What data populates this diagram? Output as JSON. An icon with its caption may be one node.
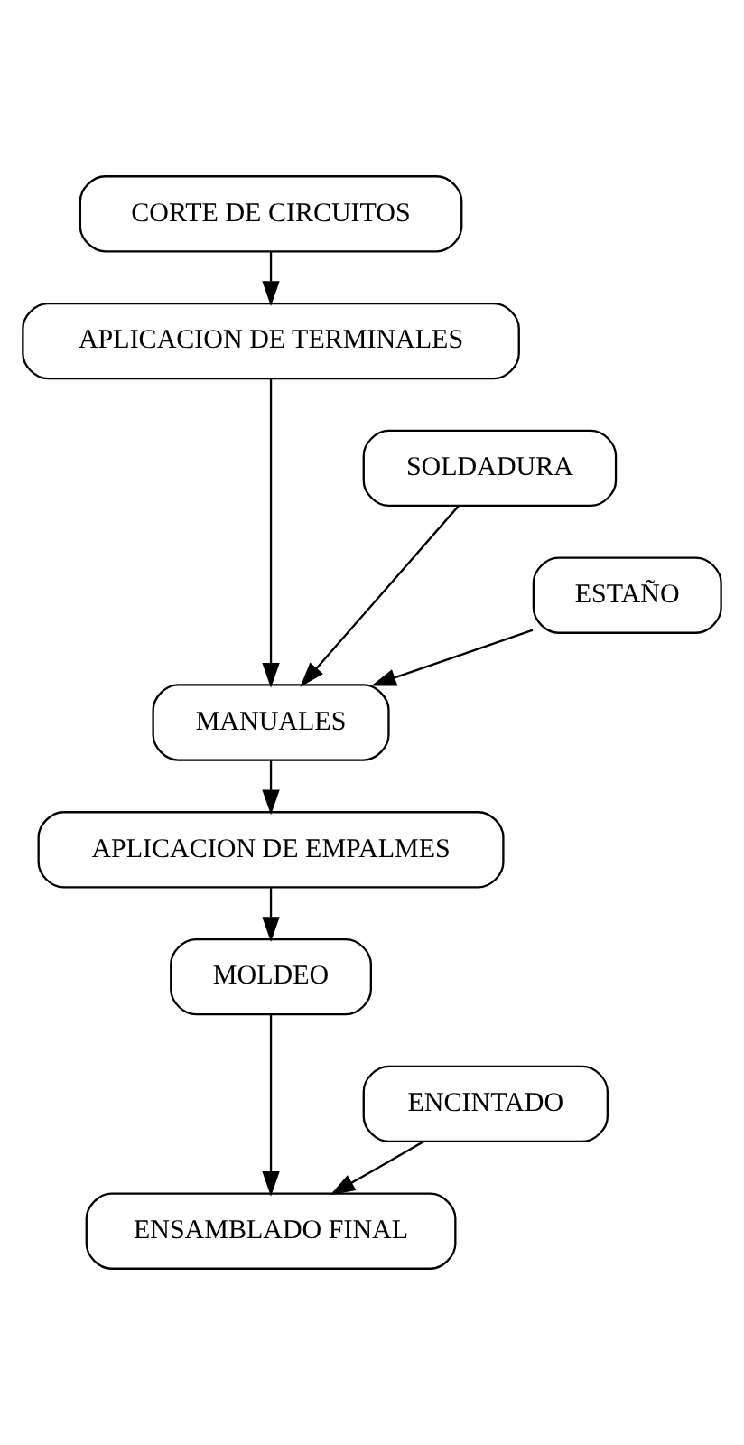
{
  "diagram": {
    "nodes": [
      {
        "text": [
          "CORTE DE CIRCUITOS"
        ]
      },
      {
        "text": [
          "APLICACION DE TERMINALES"
        ]
      },
      {
        "text": [
          "SOLDADURA"
        ]
      },
      {
        "text": [
          "ESTAÑO"
        ]
      },
      {
        "text": [
          "MANUALES"
        ]
      },
      {
        "text": [
          "APLICACION DE EMPALMES"
        ]
      },
      {
        "text": [
          "MOLDEO"
        ]
      },
      {
        "text": [
          "ENCINTADO"
        ]
      },
      {
        "text": [
          "ENSAMBLADO FINAL"
        ]
      }
    ],
    "edges": [
      {
        "from": 0,
        "to": 1,
        "arrow": "to"
      },
      {
        "from": 1,
        "to": 4,
        "arrow": "to"
      },
      {
        "from": 2,
        "to": 4,
        "arrow": "to"
      },
      {
        "from": 3,
        "to": 4,
        "arrow": "to"
      },
      {
        "from": 4,
        "to": 5,
        "arrow": "to"
      },
      {
        "from": 5,
        "to": 6,
        "arrow": "to"
      },
      {
        "from": 6,
        "to": 8,
        "arrow": "to"
      },
      {
        "from": 7,
        "to": 8,
        "arrow": "to"
      }
    ]
  }
}
